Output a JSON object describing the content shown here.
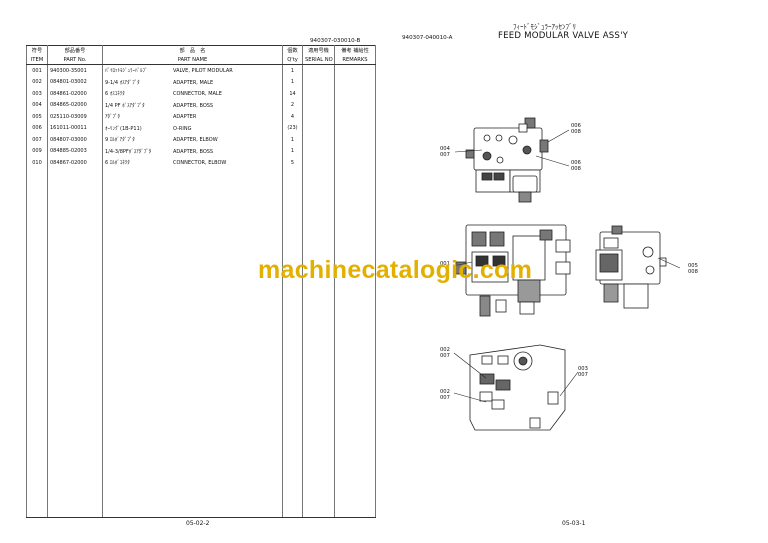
{
  "left_page": {
    "doc_code": "940307-030010-B",
    "headers_jp": [
      "符号",
      "部品番号",
      "部　品　名",
      "個数",
      "適用号機",
      "備考 補給性"
    ],
    "headers_en": [
      "ITEM",
      "PART No.",
      "PART NAME",
      "Q'ty",
      "SERIAL NO",
      "REMARKS"
    ],
    "rows": [
      {
        "item": "001",
        "part_no": "940300-35001",
        "name_jp": "ﾊﾟｲﾛｯﾄﾓｼﾞｭﾗｰﾊﾞﾙﾌﾞ",
        "name_en": "VALVE, PILOT MODULAR",
        "qty": "1"
      },
      {
        "item": "002",
        "part_no": "084801-03002",
        "name_jp": "9-1/4 ｵｽｱﾀﾞﾌﾟﾀ",
        "name_en": "ADAPTER, MALE",
        "qty": "1"
      },
      {
        "item": "003",
        "part_no": "084861-02000",
        "name_jp": "6 ｵｽｺﾈｸﾀ",
        "name_en": "CONNECTOR, MALE",
        "qty": "14"
      },
      {
        "item": "004",
        "part_no": "084865-02000",
        "name_jp": "1/4 PF ﾎﾞｽｱﾀﾞﾌﾟﾀ",
        "name_en": "ADAPTER, BOSS",
        "qty": "2"
      },
      {
        "item": "005",
        "part_no": "025110-03009",
        "name_jp": "ｱﾀﾞﾌﾟﾀ",
        "name_en": "ADAPTER",
        "qty": "4"
      },
      {
        "item": "006",
        "part_no": "161011-00011",
        "name_jp": "ｵｰﾘﾝｸﾞ(1B-P11)",
        "name_en": "O-RING",
        "qty": "(23)"
      },
      {
        "item": "007",
        "part_no": "084807-03000",
        "name_jp": "9 ｴﾙﾎﾞｱﾀﾞﾌﾟﾀ",
        "name_en": "ADAPTER, ELBOW",
        "qty": "1"
      },
      {
        "item": "009",
        "part_no": "084885-02003",
        "name_jp": "1/4-3/8PFﾎﾞｽｱﾀﾞﾌﾟﾀ",
        "name_en": "ADAPTER, BOSS",
        "qty": "1"
      },
      {
        "item": "010",
        "part_no": "084867-02000",
        "name_jp": "6 ｴﾙﾎﾞｺﾈｸﾀ",
        "name_en": "CONNECTOR, ELBOW",
        "qty": "5"
      }
    ],
    "page_number": "05-02-2"
  },
  "right_page": {
    "doc_code": "940307-040010-A",
    "title_jp": "ﾌｨｰﾄﾞﾓｼﾞｭﾗｰｱｯｾﾝﾌﾞﾘ",
    "title_en": "FEED MODULAR VALVE ASS'Y",
    "callouts": {
      "a": "006\n008",
      "b": "004\n007",
      "c": "006\n008",
      "d": "001",
      "e": "005\n008",
      "f": "002\n007",
      "g": "003\n007",
      "h": "002\n007"
    },
    "page_number": "05-03-1"
  },
  "watermark": "machinecatalogic.com"
}
